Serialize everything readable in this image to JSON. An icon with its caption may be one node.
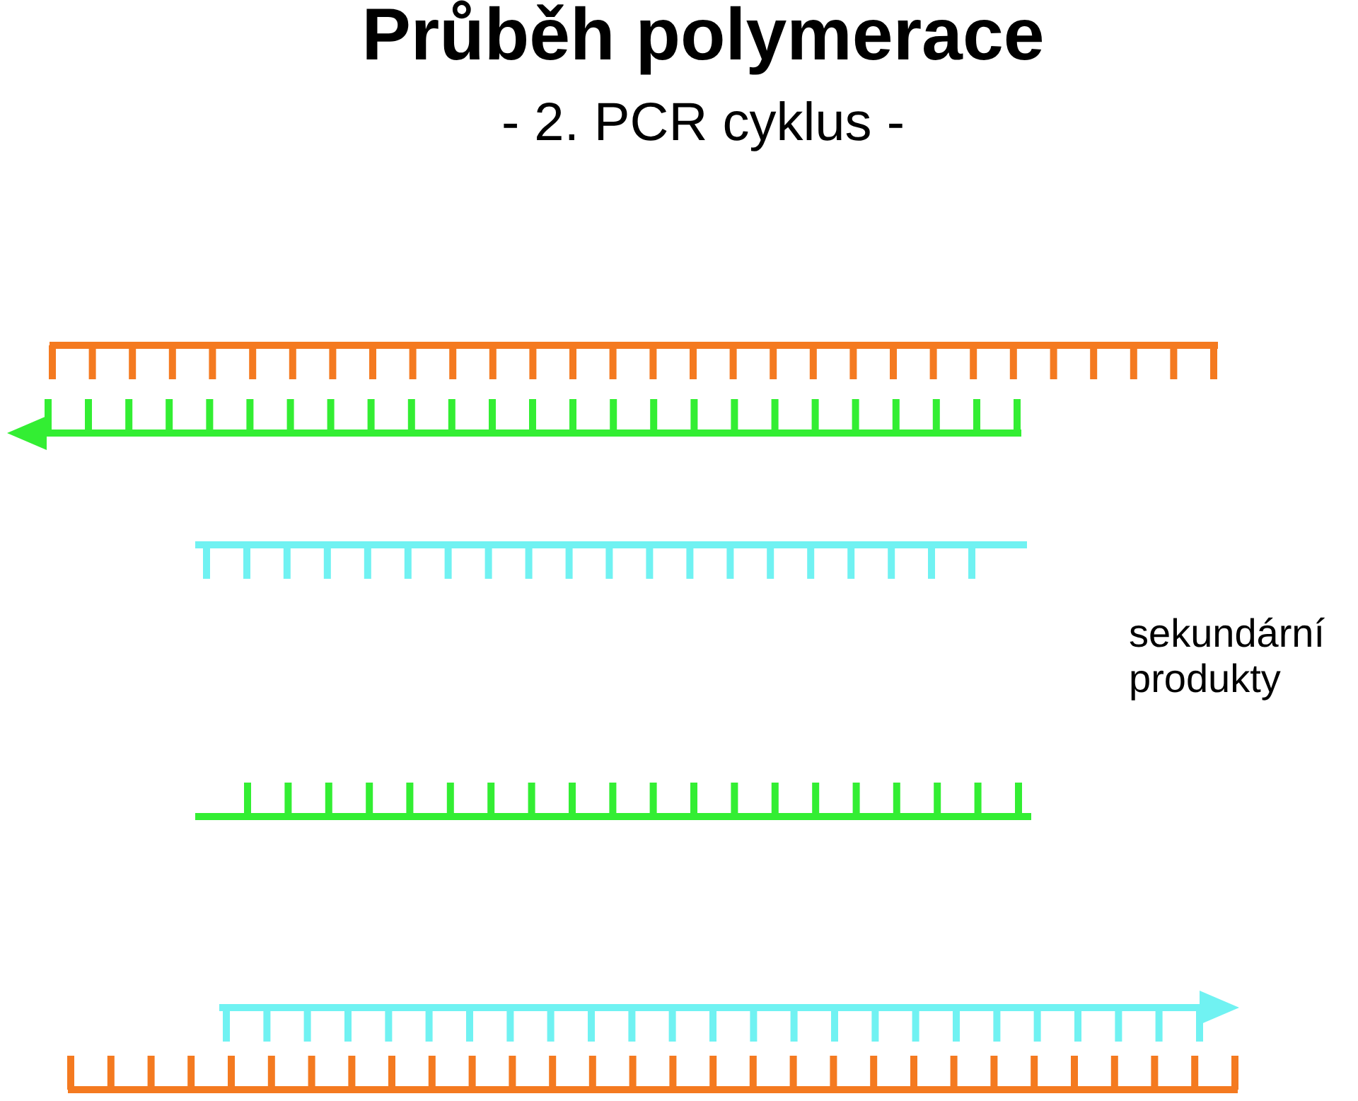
{
  "diagram": {
    "title": "Průběh polymerace",
    "labels": [
      "- 2. PCR cyklus -",
      "sekundární produkty"
    ]
  }
}
